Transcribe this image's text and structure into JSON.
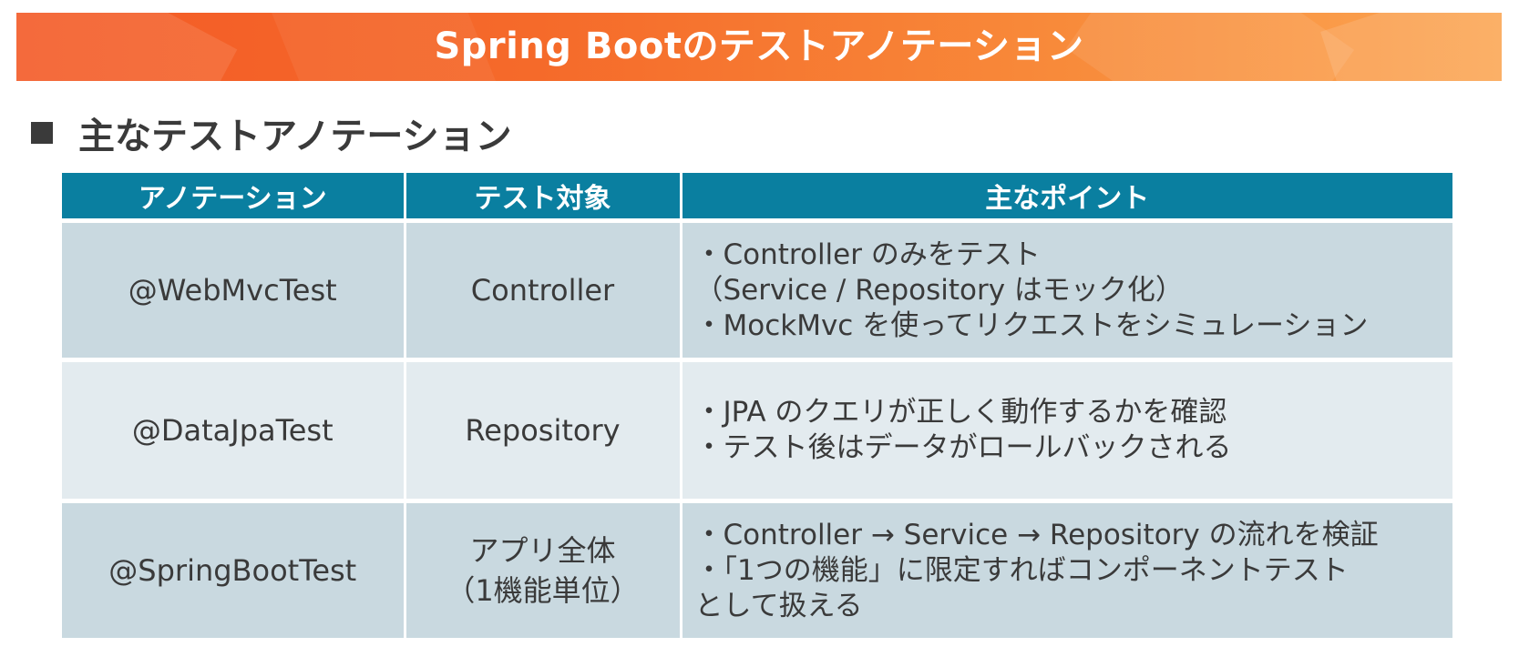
{
  "banner": {
    "title": "Spring Bootのテストアノテーション"
  },
  "section": {
    "title": "主なテストアノテーション"
  },
  "table": {
    "headers": [
      "アノテーション",
      "テスト対象",
      "主なポイント"
    ],
    "rows": [
      {
        "annotation": "@WebMvcTest",
        "target": [
          "Controller"
        ],
        "points": [
          "・Controller のみをテスト",
          "（Service / Repository はモック化）",
          "・MockMvc を使ってリクエストをシミュレーション"
        ]
      },
      {
        "annotation": "@DataJpaTest",
        "target": [
          "Repository"
        ],
        "points": [
          "・JPA のクエリが正しく動作するかを確認",
          "・テスト後はデータがロールバックされる"
        ]
      },
      {
        "annotation": "@SpringBootTest",
        "target": [
          "アプリ全体",
          "（1機能単位）"
        ],
        "points": [
          "・Controller → Service → Repository の流れを検証",
          "・「1つの機能」に限定すればコンポーネントテスト",
          "として扱える"
        ]
      }
    ]
  },
  "colors": {
    "banner_start": "#f35a26",
    "banner_end": "#fba552",
    "header_bg": "#0a7fa0",
    "row_dark": "#c9d9e0",
    "row_light": "#e3ebef",
    "text": "#3a3a3a"
  }
}
